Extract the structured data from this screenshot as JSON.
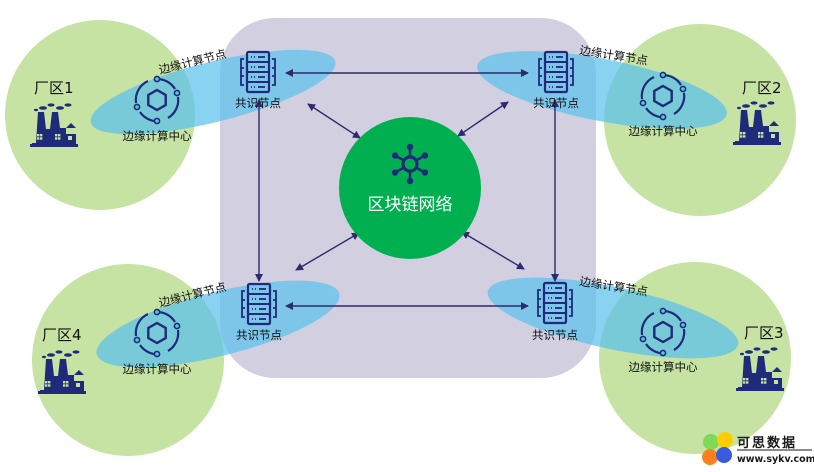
{
  "diagram": {
    "core": {
      "label": "区块链网络",
      "icon": "network-hub-icon",
      "color": "#00b050"
    },
    "consortium_area_color": "#d1cde0",
    "zone_color": "#c6e3a4",
    "ellipse_color": "#5bc0eb",
    "icon_color": "#1f2a7a",
    "arrow_color": "#2e2a6e",
    "zones": [
      {
        "id": "zone-1",
        "label": "厂区1",
        "icon": "factory-icon",
        "edge_center_label": "边缘计算中心",
        "edge_center_icon": "edge-computing-icon",
        "edge_node_label": "边缘计算节点",
        "consensus_node_label": "共识节点",
        "consensus_node_icon": "server-icon"
      },
      {
        "id": "zone-2",
        "label": "厂区2",
        "icon": "factory-icon",
        "edge_center_label": "边缘计算中心",
        "edge_center_icon": "edge-computing-icon",
        "edge_node_label": "边缘计算节点",
        "consensus_node_label": "共识节点",
        "consensus_node_icon": "server-icon"
      },
      {
        "id": "zone-3",
        "label": "厂区3",
        "icon": "factory-icon",
        "edge_center_label": "边缘计算中心",
        "edge_center_icon": "edge-computing-icon",
        "edge_node_label": "边缘计算节点",
        "consensus_node_label": "共识节点",
        "consensus_node_icon": "server-icon"
      },
      {
        "id": "zone-4",
        "label": "厂区4",
        "icon": "factory-icon",
        "edge_center_label": "边缘计算中心",
        "edge_center_icon": "edge-computing-icon",
        "edge_node_label": "边缘计算节点",
        "consensus_node_label": "共识节点",
        "consensus_node_icon": "server-icon"
      }
    ],
    "connections": [
      {
        "from": "consensus-node-1",
        "to": "consensus-node-2",
        "type": "bidirectional"
      },
      {
        "from": "consensus-node-4",
        "to": "consensus-node-3",
        "type": "bidirectional"
      },
      {
        "from": "consensus-node-1",
        "to": "consensus-node-4",
        "type": "bidirectional"
      },
      {
        "from": "consensus-node-2",
        "to": "consensus-node-3",
        "type": "bidirectional"
      },
      {
        "from": "consensus-node-1",
        "to": "blockchain-network",
        "type": "bidirectional"
      },
      {
        "from": "consensus-node-2",
        "to": "blockchain-network",
        "type": "bidirectional"
      },
      {
        "from": "consensus-node-3",
        "to": "blockchain-network",
        "type": "bidirectional"
      },
      {
        "from": "consensus-node-4",
        "to": "blockchain-network",
        "type": "bidirectional"
      }
    ]
  },
  "watermark": {
    "name": "可思数据",
    "url": "www.sykv.com",
    "logo_colors": [
      "#7ed957",
      "#ffcc00",
      "#ff7f1e",
      "#3a5be0"
    ]
  }
}
